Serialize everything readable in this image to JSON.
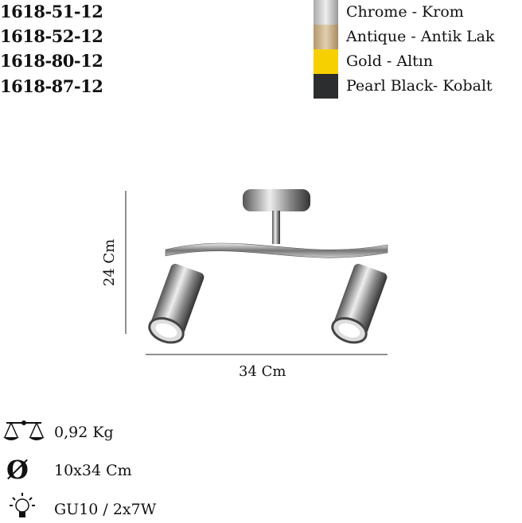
{
  "product_codes": [
    "1618-51-12",
    "1618-52-12",
    "1618-80-12",
    "1618-87-12"
  ],
  "colors": [
    {
      "label": "Chrome - Krom",
      "swatch": "#c9c9c9"
    },
    {
      "label": "Antique - Antik Lak",
      "swatch": "#c6ab86"
    },
    {
      "label": "Gold - Altın",
      "swatch": "#f7d000"
    },
    {
      "label": "Pearl Black- Kobalt",
      "swatch": "#2b2d2e"
    }
  ],
  "dimensions": {
    "height": "24 Cm",
    "width": "34 Cm"
  },
  "specs": [
    {
      "icon": "scale-icon",
      "value": "0,92 Kg"
    },
    {
      "icon": "diameter-icon",
      "value": "10x34 Cm"
    },
    {
      "icon": "lightbulb-icon",
      "value": "GU10 / 2x7W"
    }
  ]
}
